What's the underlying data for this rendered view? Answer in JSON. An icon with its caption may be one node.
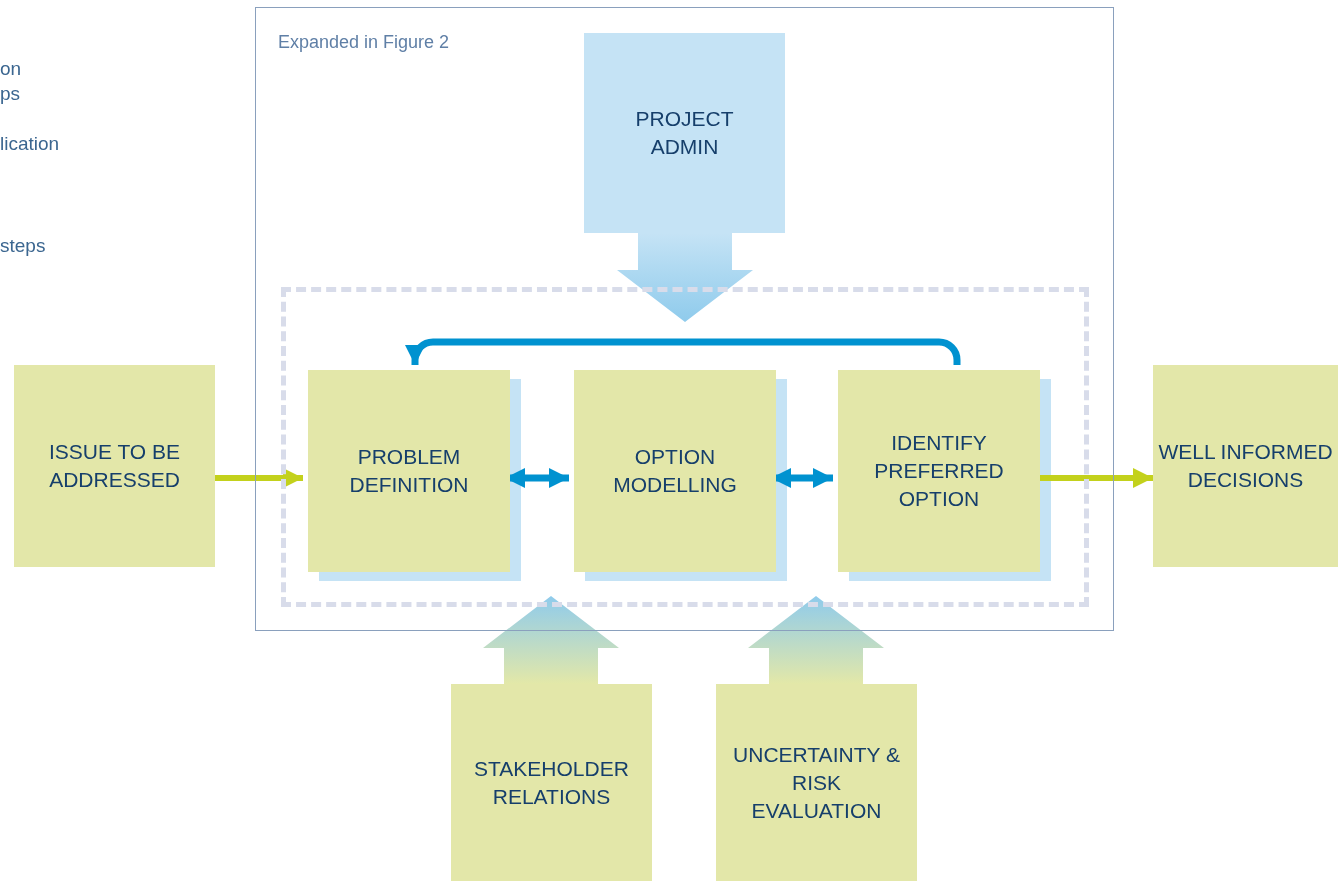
{
  "diagram": {
    "nodes": [
      {
        "text": [
          "ISSUE TO BE ADDRESSED"
        ]
      },
      {
        "text": [
          "Expanded in Figure 2"
        ]
      },
      {
        "text": [
          "PROJECT ADMIN"
        ],
        "in": 1
      },
      {
        "text": [],
        "shape": "box",
        "in": 1
      },
      {
        "text": [
          "PROBLEM DEFINITION"
        ],
        "in": 3
      },
      {
        "text": [
          "OPTION MODELLING"
        ],
        "in": 3
      },
      {
        "text": [
          "IDENTIFY PREFERRED OPTION"
        ],
        "in": 3
      },
      {
        "text": [
          "WELL INFORMED DECISIONS"
        ]
      },
      {
        "text": [
          "STAKEHOLDER RELATIONS"
        ]
      },
      {
        "text": [
          "UNCERTAINTY & RISK EVALUATION"
        ]
      }
    ],
    "edges": [
      {
        "from": 0,
        "to": 4,
        "arrow": "to",
        "color": "#c3d11c"
      },
      {
        "from": 4,
        "to": 5,
        "arrow": "both"
      },
      {
        "from": 5,
        "to": 6,
        "arrow": "both"
      },
      {
        "from": 6,
        "to": 4,
        "arrow": "to"
      },
      {
        "from": 6,
        "to": 7,
        "arrow": "to",
        "color": "#c3d11c"
      },
      {
        "from": 2,
        "to": 3,
        "arrow": "to",
        "style": "thick",
        "color": "#c5e3f5"
      },
      {
        "from": 8,
        "to": 3,
        "arrow": "to",
        "style": "thick",
        "color": "#e3e8a8"
      },
      {
        "from": 9,
        "to": 3,
        "arrow": "to",
        "style": "thick",
        "color": "#e3e8a8"
      }
    ],
    "labels": [
      "on",
      "ps",
      "lication",
      "steps"
    ]
  }
}
